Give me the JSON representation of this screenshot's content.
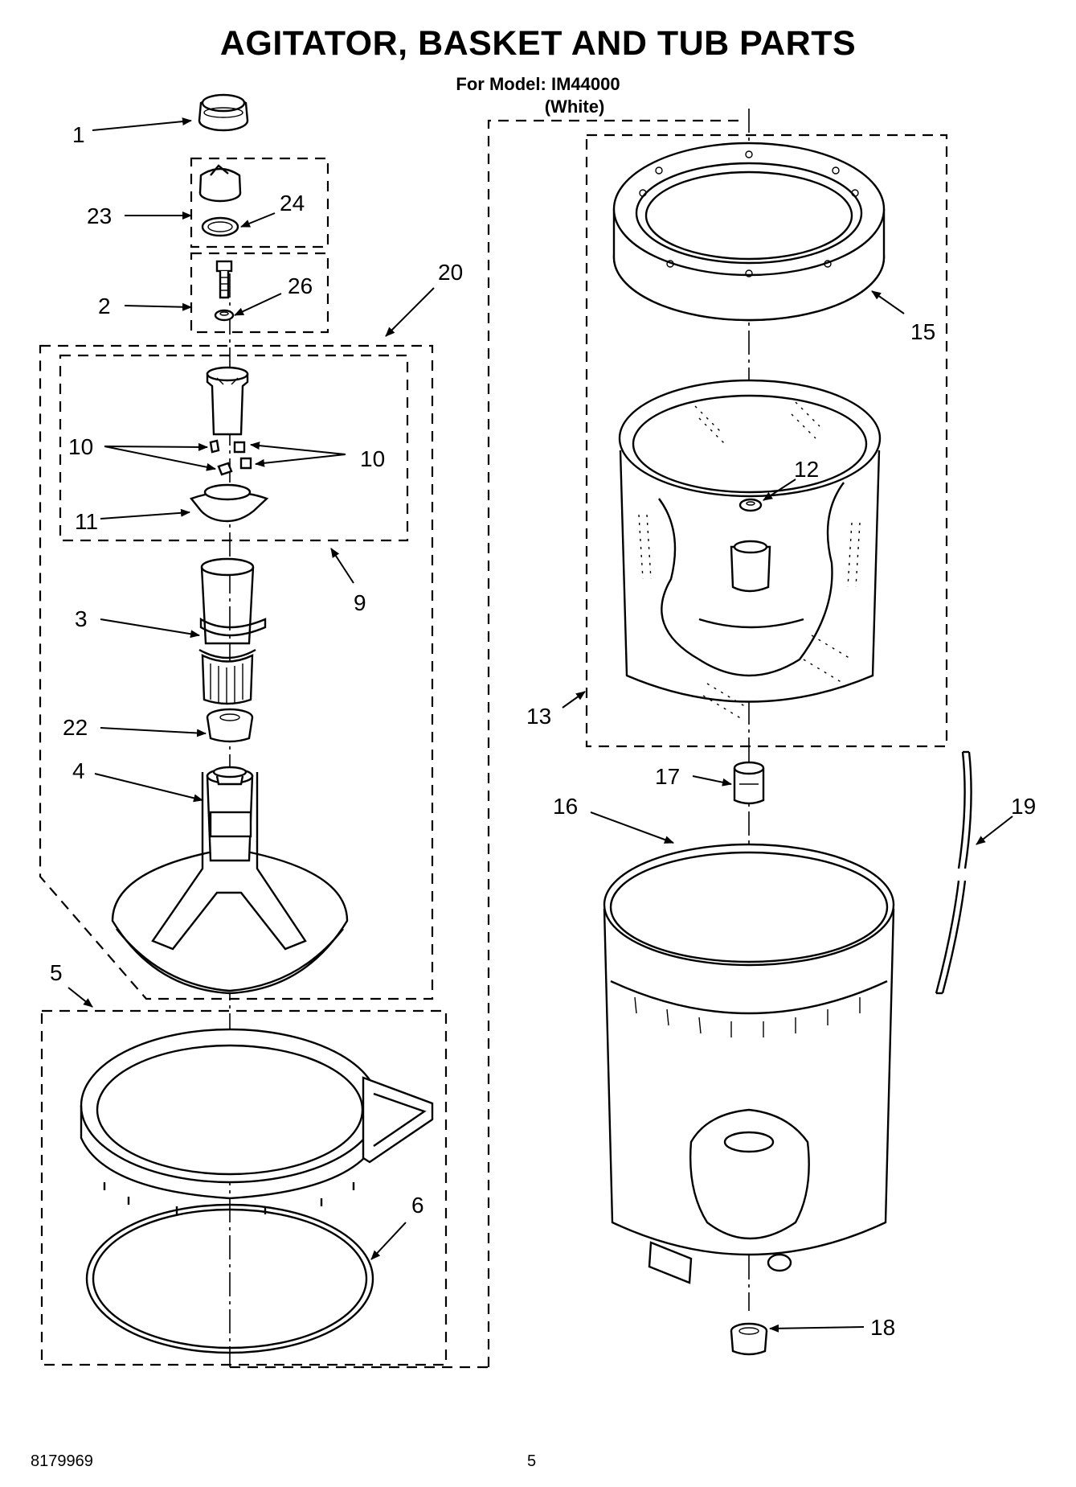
{
  "header": {
    "title": "AGITATOR, BASKET AND TUB PARTS",
    "model_line": "For Model: IM44000",
    "color_line": "(White)"
  },
  "callouts": [
    "1",
    "23",
    "24",
    "2",
    "26",
    "20",
    "10",
    "10",
    "11",
    "9",
    "3",
    "22",
    "4",
    "5",
    "6",
    "15",
    "12",
    "13",
    "17",
    "16",
    "19",
    "18"
  ],
  "footer": {
    "doc_number": "8179969",
    "page_number": "5"
  }
}
